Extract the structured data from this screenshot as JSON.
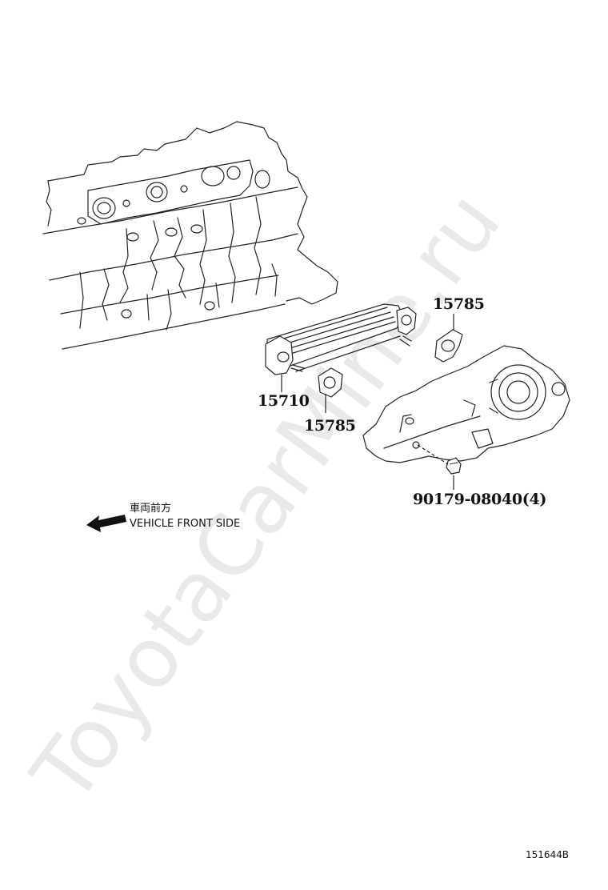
{
  "watermark": "ToyotaCarMine.ru",
  "direction": {
    "label_jp": "車両前方",
    "label_en": "VEHICLE FRONT SIDE"
  },
  "parts": [
    {
      "id": "oil-cooler",
      "number": "15710"
    },
    {
      "id": "gasket-upper",
      "number": "15785"
    },
    {
      "id": "gasket-lower",
      "number": "15785"
    },
    {
      "id": "nut",
      "number": "90179-08040(4)"
    }
  ],
  "figure_id": "151644B"
}
